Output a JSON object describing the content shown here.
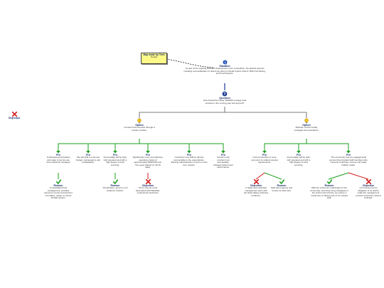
{
  "note": {
    "title": "Map made by Tech",
    "subtitle": "Details"
  },
  "side_objection": {
    "heading": "Objection"
  },
  "situation": {
    "heading": "Situation",
    "text": "As part of the ongoing WAHWA Supersonics Loom competition, the federal relevant including reconsideration of orders we plan to include Freeze Orders, Bulk Purchasing, and Food Deserts."
  },
  "question": {
    "heading": "Question",
    "text": "How should the newer WAHWA manage food services in the coming year and beyond?"
  },
  "options": [
    {
      "heading": "Option",
      "text": "Contract food services through a private provider."
    },
    {
      "heading": "Option",
      "text": "Maintain current locally managed food operations."
    }
  ],
  "pros": [
    {
      "heading": "Pro",
      "text": "Professional purchasing and scale of service are more efficiently managed."
    },
    {
      "heading": "Pro",
      "text": "We will shift to a annual budget, transparency and predictability."
    },
    {
      "heading": "Pro",
      "text": "Food quality will be high, with prepared and with a high degree of food sourcing."
    },
    {
      "heading": "Pro",
      "text": "Significantly more cost effective, operating margin of approximately $150,000 over five years (based on 15-19 data)."
    },
    {
      "heading": "Pro",
      "text": "Contractor new skill be directly accountable to the expectations, allowing administrators to focus on the core mission."
    },
    {
      "heading": "Pro",
      "text": "Vendor's user contract is an accountable, changes based upon performance."
    },
    {
      "heading": "Pro",
      "text": "Current structure is more economic to student special requirements."
    },
    {
      "heading": "Pro",
      "text": "Food quality will be high, with prepared and with a high degree of food sourcing."
    },
    {
      "heading": "Pro",
      "text": "The community has an engaged local service that provided staff members who currently contribute, income and ready healthy meals."
    }
  ],
  "reasons": [
    {
      "heading": "Reason",
      "text": "Consolidated food management, provides access to menus and account into tables, easier to control all data options."
    },
    {
      "heading": "Reason",
      "text": "Prioritization, good to a 21 students' nutrition."
    },
    {
      "heading": "Reason",
      "text": "Staff has longevity and knows our kids well."
    },
    {
      "heading": "Reason",
      "text": "With the school as a participant of the community, and those long colleagues in the school and schools, we ensure a continuous of taking care of our valued staff."
    }
  ],
  "objections": [
    {
      "heading": "Objection",
      "text": "There may be costs associated with WAHWA-experienced dynamics."
    },
    {
      "heading": "Objection",
      "text": "A highly accomplished management team with the ideas taking exploring problems."
    },
    {
      "heading": "Objection",
      "text": "Community has an obligation to its staff to make the management process structured, what is included."
    }
  ]
}
